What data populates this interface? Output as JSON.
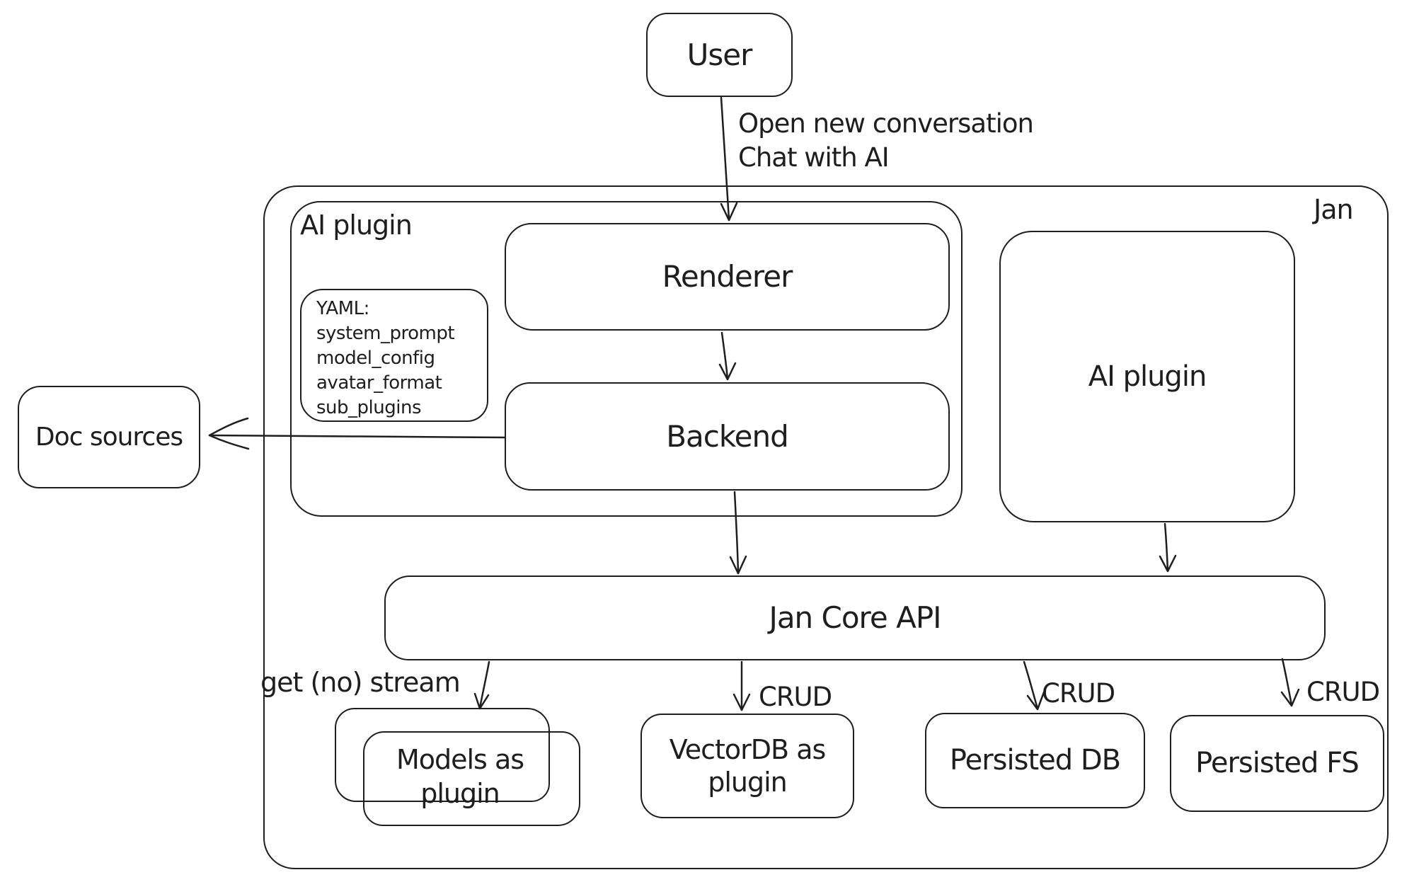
{
  "canvas": {
    "background": "#ffffff",
    "stroke": "#1e1e1e"
  },
  "nodes": {
    "user": "User",
    "jan_container": "Jan",
    "ai_plugin_container": "AI plugin",
    "renderer": "Renderer",
    "backend": "Backend",
    "ai_plugin_right": "AI plugin",
    "doc_sources": "Doc sources",
    "jan_core_api": "Jan Core API",
    "models_as_plugin": "Models as plugin",
    "vectordb_as_plugin": "VectorDB as plugin",
    "persisted_db": "Persisted DB",
    "persisted_fs": "Persisted FS"
  },
  "yaml_note": {
    "lines": [
      "YAML:",
      "system_prompt",
      "model_config",
      "avatar_format",
      "sub_plugins"
    ]
  },
  "edge_labels": {
    "user_action_line1": "Open new conversation",
    "user_action_line2": "Chat with AI",
    "stream": "get (no) stream",
    "crud_vectordb": "CRUD",
    "crud_db": "CRUD",
    "crud_fs": "CRUD"
  }
}
